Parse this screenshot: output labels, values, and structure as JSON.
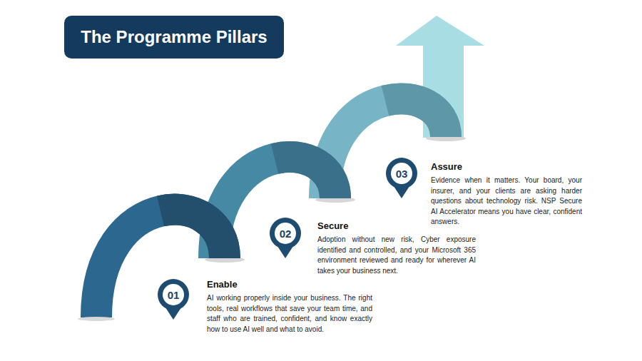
{
  "diagram": {
    "title": "The Programme Pillars",
    "nodes": [
      {
        "text": [
          "01",
          "Enable",
          "AI working properly inside your business. The right tools, real workflows that save your team time, and staff who are trained, confident, and know exactly how to use AI well and what to avoid."
        ]
      },
      {
        "text": [
          "02",
          "Secure",
          "Adoption without new risk, Cyber exposure identified and controlled, and your Microsoft 365 environment reviewed and ready for wherever AI takes your business next."
        ]
      },
      {
        "text": [
          "03",
          "Assure",
          "Evidence when it matters. Your board, your insurer, and your clients are asking harder questions about technology risk. NSP Secure AI Accelerator means you have clear, confident answers."
        ]
      }
    ]
  }
}
